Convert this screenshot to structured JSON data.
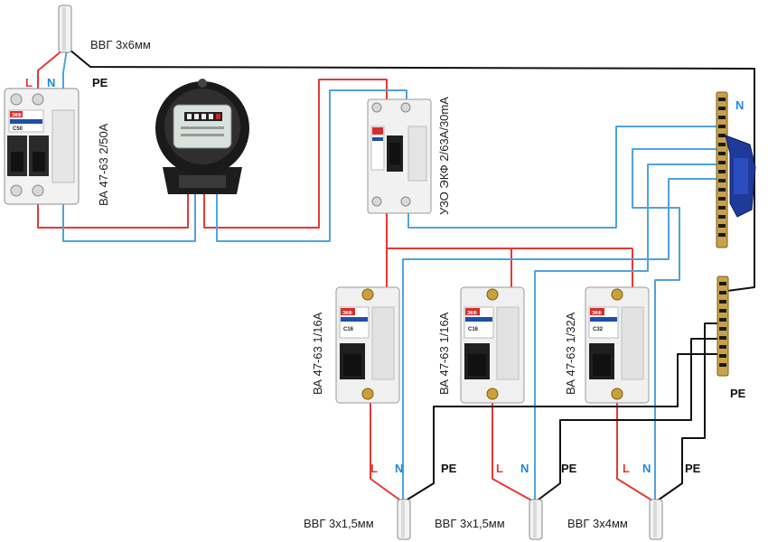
{
  "labels": {
    "input_cable": "ВВГ 3х6мм",
    "L": "L",
    "N": "N",
    "PE": "PE",
    "main_breaker": "ВА 47-63 2/50А",
    "rcd": "УЗО ЭКФ 2/63А/30mA",
    "breaker_1": "ВА 47-63 1/16А",
    "breaker_2": "ВА 47-63 1/16А",
    "breaker_3": "ВА 47-63 1/32А",
    "cable_1": "ВВГ 3х1,5мм",
    "cable_2": "ВВГ 3х1,5мм",
    "cable_3": "ВВГ 3х4мм",
    "bus_n": "N",
    "bus_pe": "PE"
  },
  "device_marks": {
    "brand": "ЭКФ",
    "main_rating": "C50",
    "b1_rating": "C16",
    "b2_rating": "C16",
    "b3_rating": "C32"
  },
  "colors": {
    "phase": "#e53935",
    "neutral": "#4fa3e0",
    "earth": "#111111",
    "label_L": "#e53935",
    "label_N": "#1e88e5",
    "label_PE": "#111111"
  }
}
